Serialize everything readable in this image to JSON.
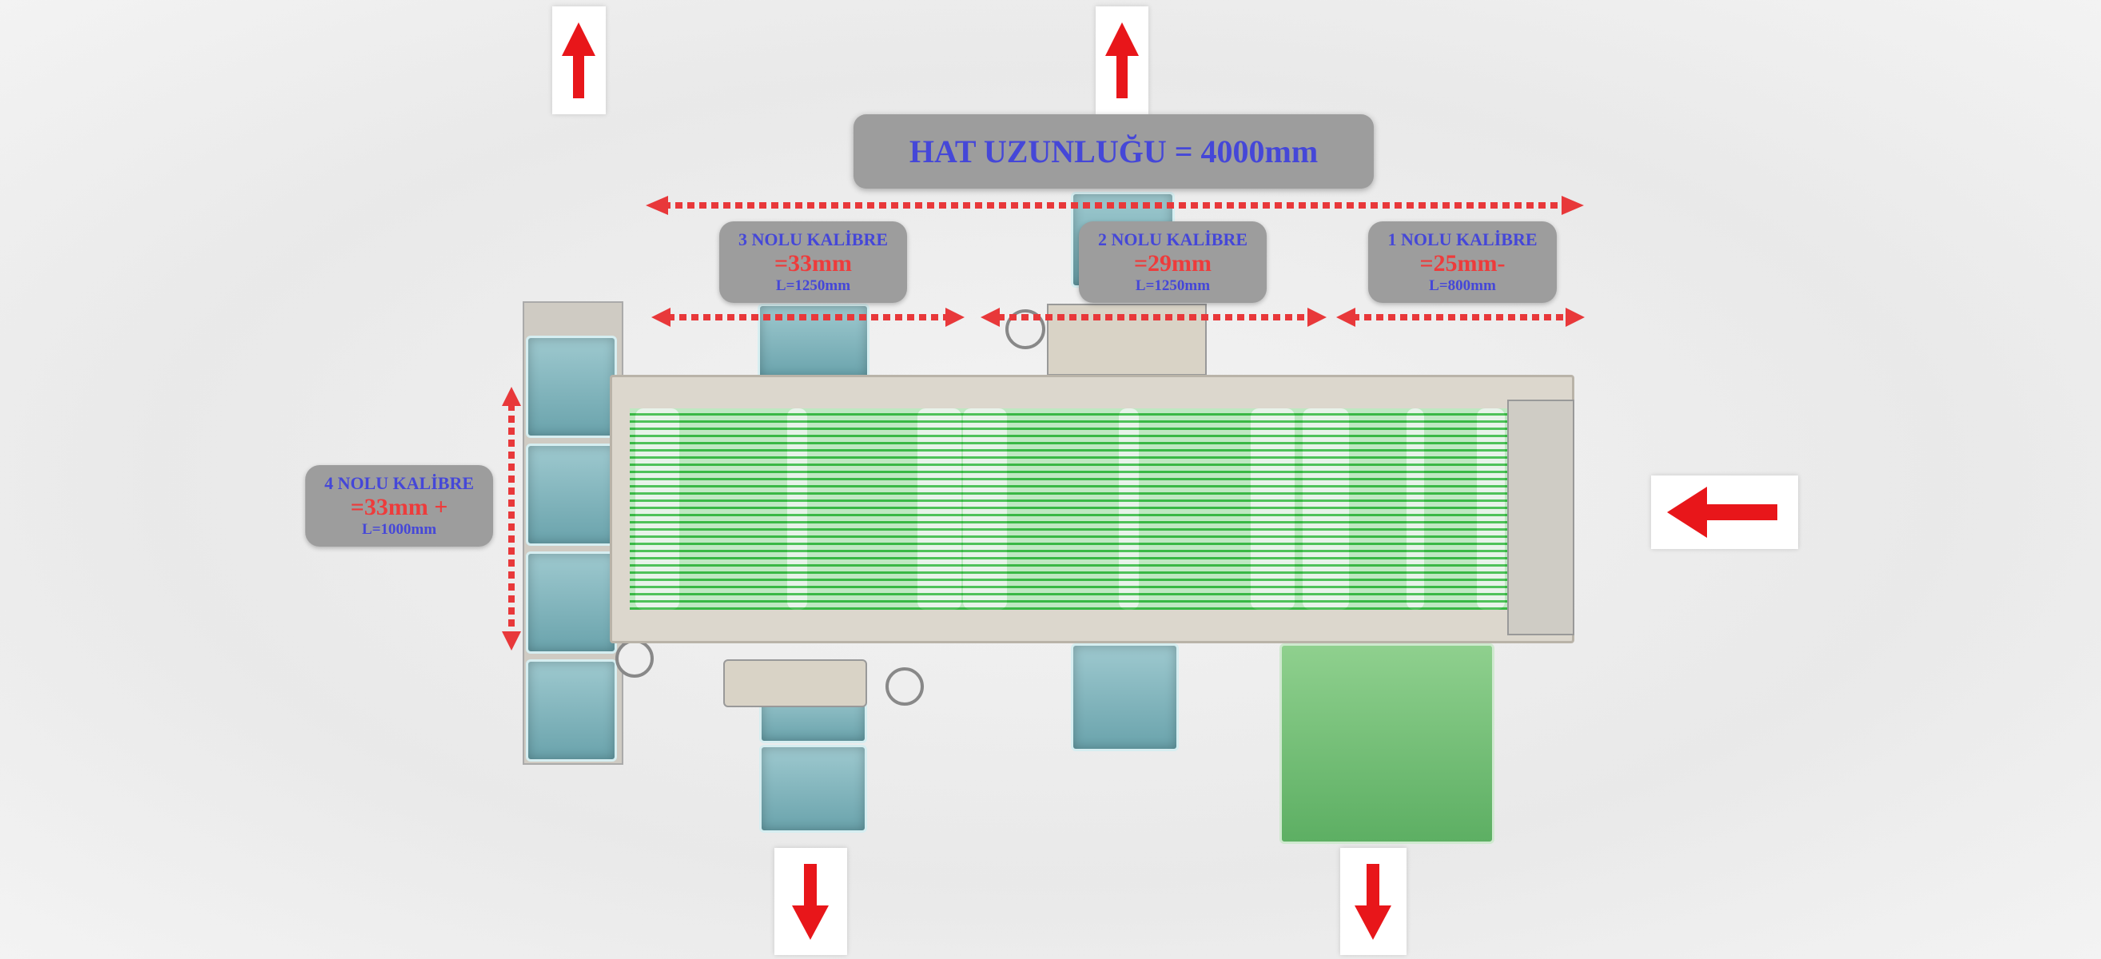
{
  "title": "HAT UZUNLUĞU = 4000mm",
  "labels": [
    {
      "name": "3 NOLU KALİBRE",
      "value": "=33mm",
      "length": "L=1250mm"
    },
    {
      "name": "2 NOLU KALİBRE",
      "value": "=29mm",
      "length": "L=1250mm"
    },
    {
      "name": "1 NOLU KALİBRE",
      "value": "=25mm-",
      "length": "L=800mm"
    },
    {
      "name": "4 NOLU KALİBRE",
      "value": "=33mm +",
      "length": "L=1000mm"
    }
  ],
  "colors": {
    "arrow": "#e8383a",
    "label_bg": "#9d9d9d",
    "label_text": "#4547d8",
    "value_text": "#ee3b3b",
    "rollers": "#4fc25a"
  }
}
